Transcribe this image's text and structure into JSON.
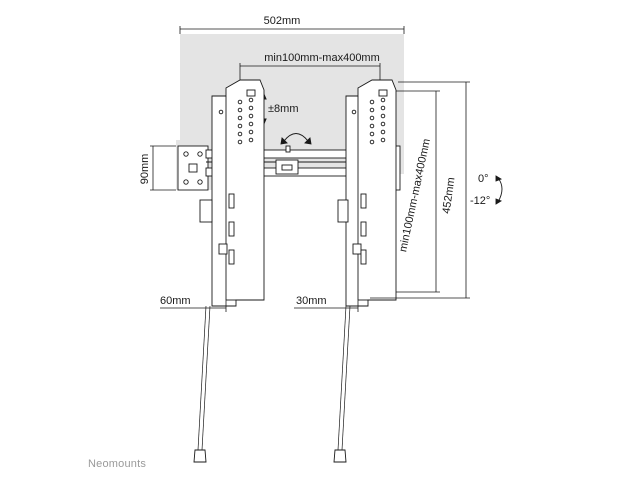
{
  "dimensions": {
    "total_width": "502mm",
    "vesa_horizontal": "min100mm-max400mm",
    "vertical_adjust": "±8mm",
    "wall_plate_height": "90mm",
    "vesa_vertical": "min100mm-max400mm",
    "total_height": "452mm",
    "left_depth": "60mm",
    "right_depth": "30mm"
  },
  "tilt": {
    "top": "0°",
    "bottom": "-12°"
  },
  "brand": "Neomounts",
  "colors": {
    "line": "#1a1a1a",
    "guide": "#9a9a9a",
    "shade": "#e4e4e4",
    "brand_text": "#9a9a9a"
  }
}
